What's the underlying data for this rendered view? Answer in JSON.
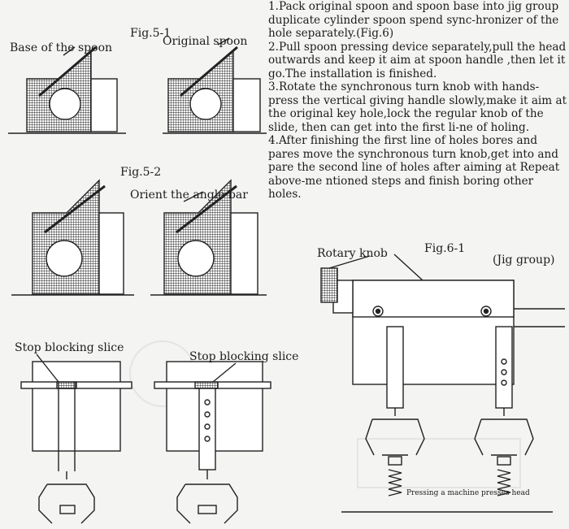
{
  "left": {
    "fig51": "Fig.5-1",
    "base_label": "Base of the spoon",
    "orig_label": "Original spoon",
    "fig52": "Fig.5-2",
    "angle_label": "Orient the angle bar",
    "stop1": "Stop blocking slice",
    "stop2": "Stop blocking slice"
  },
  "steps": [
    "1.Pack original spoon and spoon base into jig group duplicate cylinder spoon spend sync-hronizer of the hole separately.(Fig.6)",
    "2.Pull spoon pressing device separately,pull the head outwards and keep it aim at spoon handle ,then let it go.The installation is finished.",
    "3.Rotate the synchronous turn knob with hands-press the vertical giving handle slowly,make it aim at the  original key hole,lock the regular knob of the slide, then can get into the first li-ne of holing.",
    "4.After finishing the first line of holes bores and pares move the synchronous turn knob,get into and pare the  second line of holes after aiming at Repeat above-me ntioned steps and finish boring other holes."
  ],
  "fig61": {
    "title": "Fig.6-1",
    "rotary": "Rotary knob",
    "jig": "(Jig group)",
    "press": "Pressing a machine presses head"
  }
}
